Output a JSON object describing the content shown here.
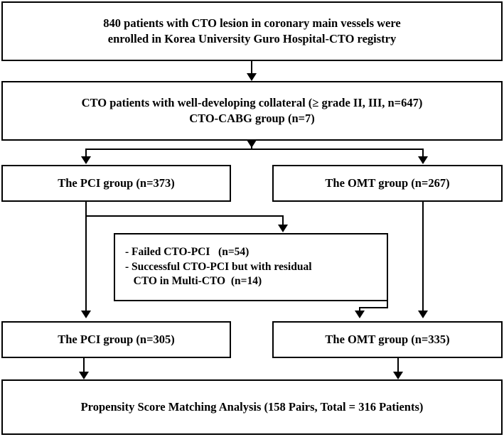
{
  "figure": {
    "type": "flowchart",
    "title": "CTO patient enrollment and propensity score matching flow",
    "stroke_color": "#000000",
    "background_color": "#ffffff"
  },
  "nodes": {
    "enrolled": {
      "line1": "840 patients with CTO lesion in coronary main vessels were",
      "line2": "enrolled in Korea University Guro Hospital-CTO registry"
    },
    "collateral": {
      "line1": "CTO patients with well-developing collateral (≥ grade II, III, n=647)",
      "line2": "CTO-CABG group (n=7)"
    },
    "pci_373": {
      "label": "The PCI group (n=373)"
    },
    "omt_267": {
      "label": "The OMT group (n=267)"
    },
    "excluded": {
      "line1": "- Failed CTO-PCI   (n=54)",
      "line2": "- Successful CTO-PCI but with residual",
      "line3": "   CTO in Multi-CTO  (n=14)"
    },
    "pci_305": {
      "label": "The PCI group (n=305)"
    },
    "omt_335": {
      "label": "The OMT group (n=335)"
    },
    "psm": {
      "label": "Propensity Score Matching Analysis (158 Pairs, Total = 316 Patients)"
    }
  },
  "connectors": [
    {
      "name": "enrolled-to-collateral",
      "from": "enrolled",
      "to": "collateral"
    },
    {
      "name": "collateral-split",
      "from": "collateral",
      "to": [
        "pci_373",
        "omt_267"
      ]
    },
    {
      "name": "pci373-to-excluded",
      "from": "pci_373",
      "to": "excluded"
    },
    {
      "name": "pci373-to-pci305",
      "from": "pci_373",
      "to": "pci_305"
    },
    {
      "name": "excluded-to-omt335",
      "from": "excluded",
      "to": "omt_335"
    },
    {
      "name": "omt267-to-omt335",
      "from": "omt_267",
      "to": "omt_335"
    },
    {
      "name": "pci305-to-psm",
      "from": "pci_305",
      "to": "psm"
    },
    {
      "name": "omt335-to-psm",
      "from": "omt_335",
      "to": "psm"
    }
  ]
}
